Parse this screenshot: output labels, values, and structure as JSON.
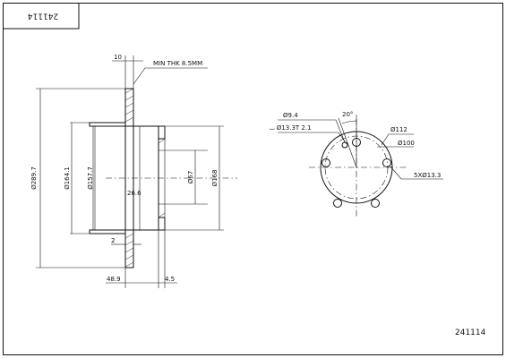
{
  "title_block": {
    "corner_code": "241114",
    "part_number": "241114"
  },
  "side_view": {
    "outer_diameter": "Ø289.7",
    "inner_diameter_1": "Ø164.1",
    "inner_diameter_2": "Ø157.7",
    "hub_bore": "Ø67",
    "hub_diameter": "Ø168",
    "thickness": "10",
    "min_thickness": "MIN THK 8.5MM",
    "hat_height": "26.6",
    "wall": "2",
    "total_height": "48.9",
    "offset": "4.5"
  },
  "front_view": {
    "small_hole": "Ø9.4",
    "counterbore": "⌴ Ø13.3T 2.1",
    "angle": "20°",
    "pcd_outer": "Ø112",
    "pcd_inner": "Ø100",
    "bolt_holes": "5XØ13.3"
  }
}
